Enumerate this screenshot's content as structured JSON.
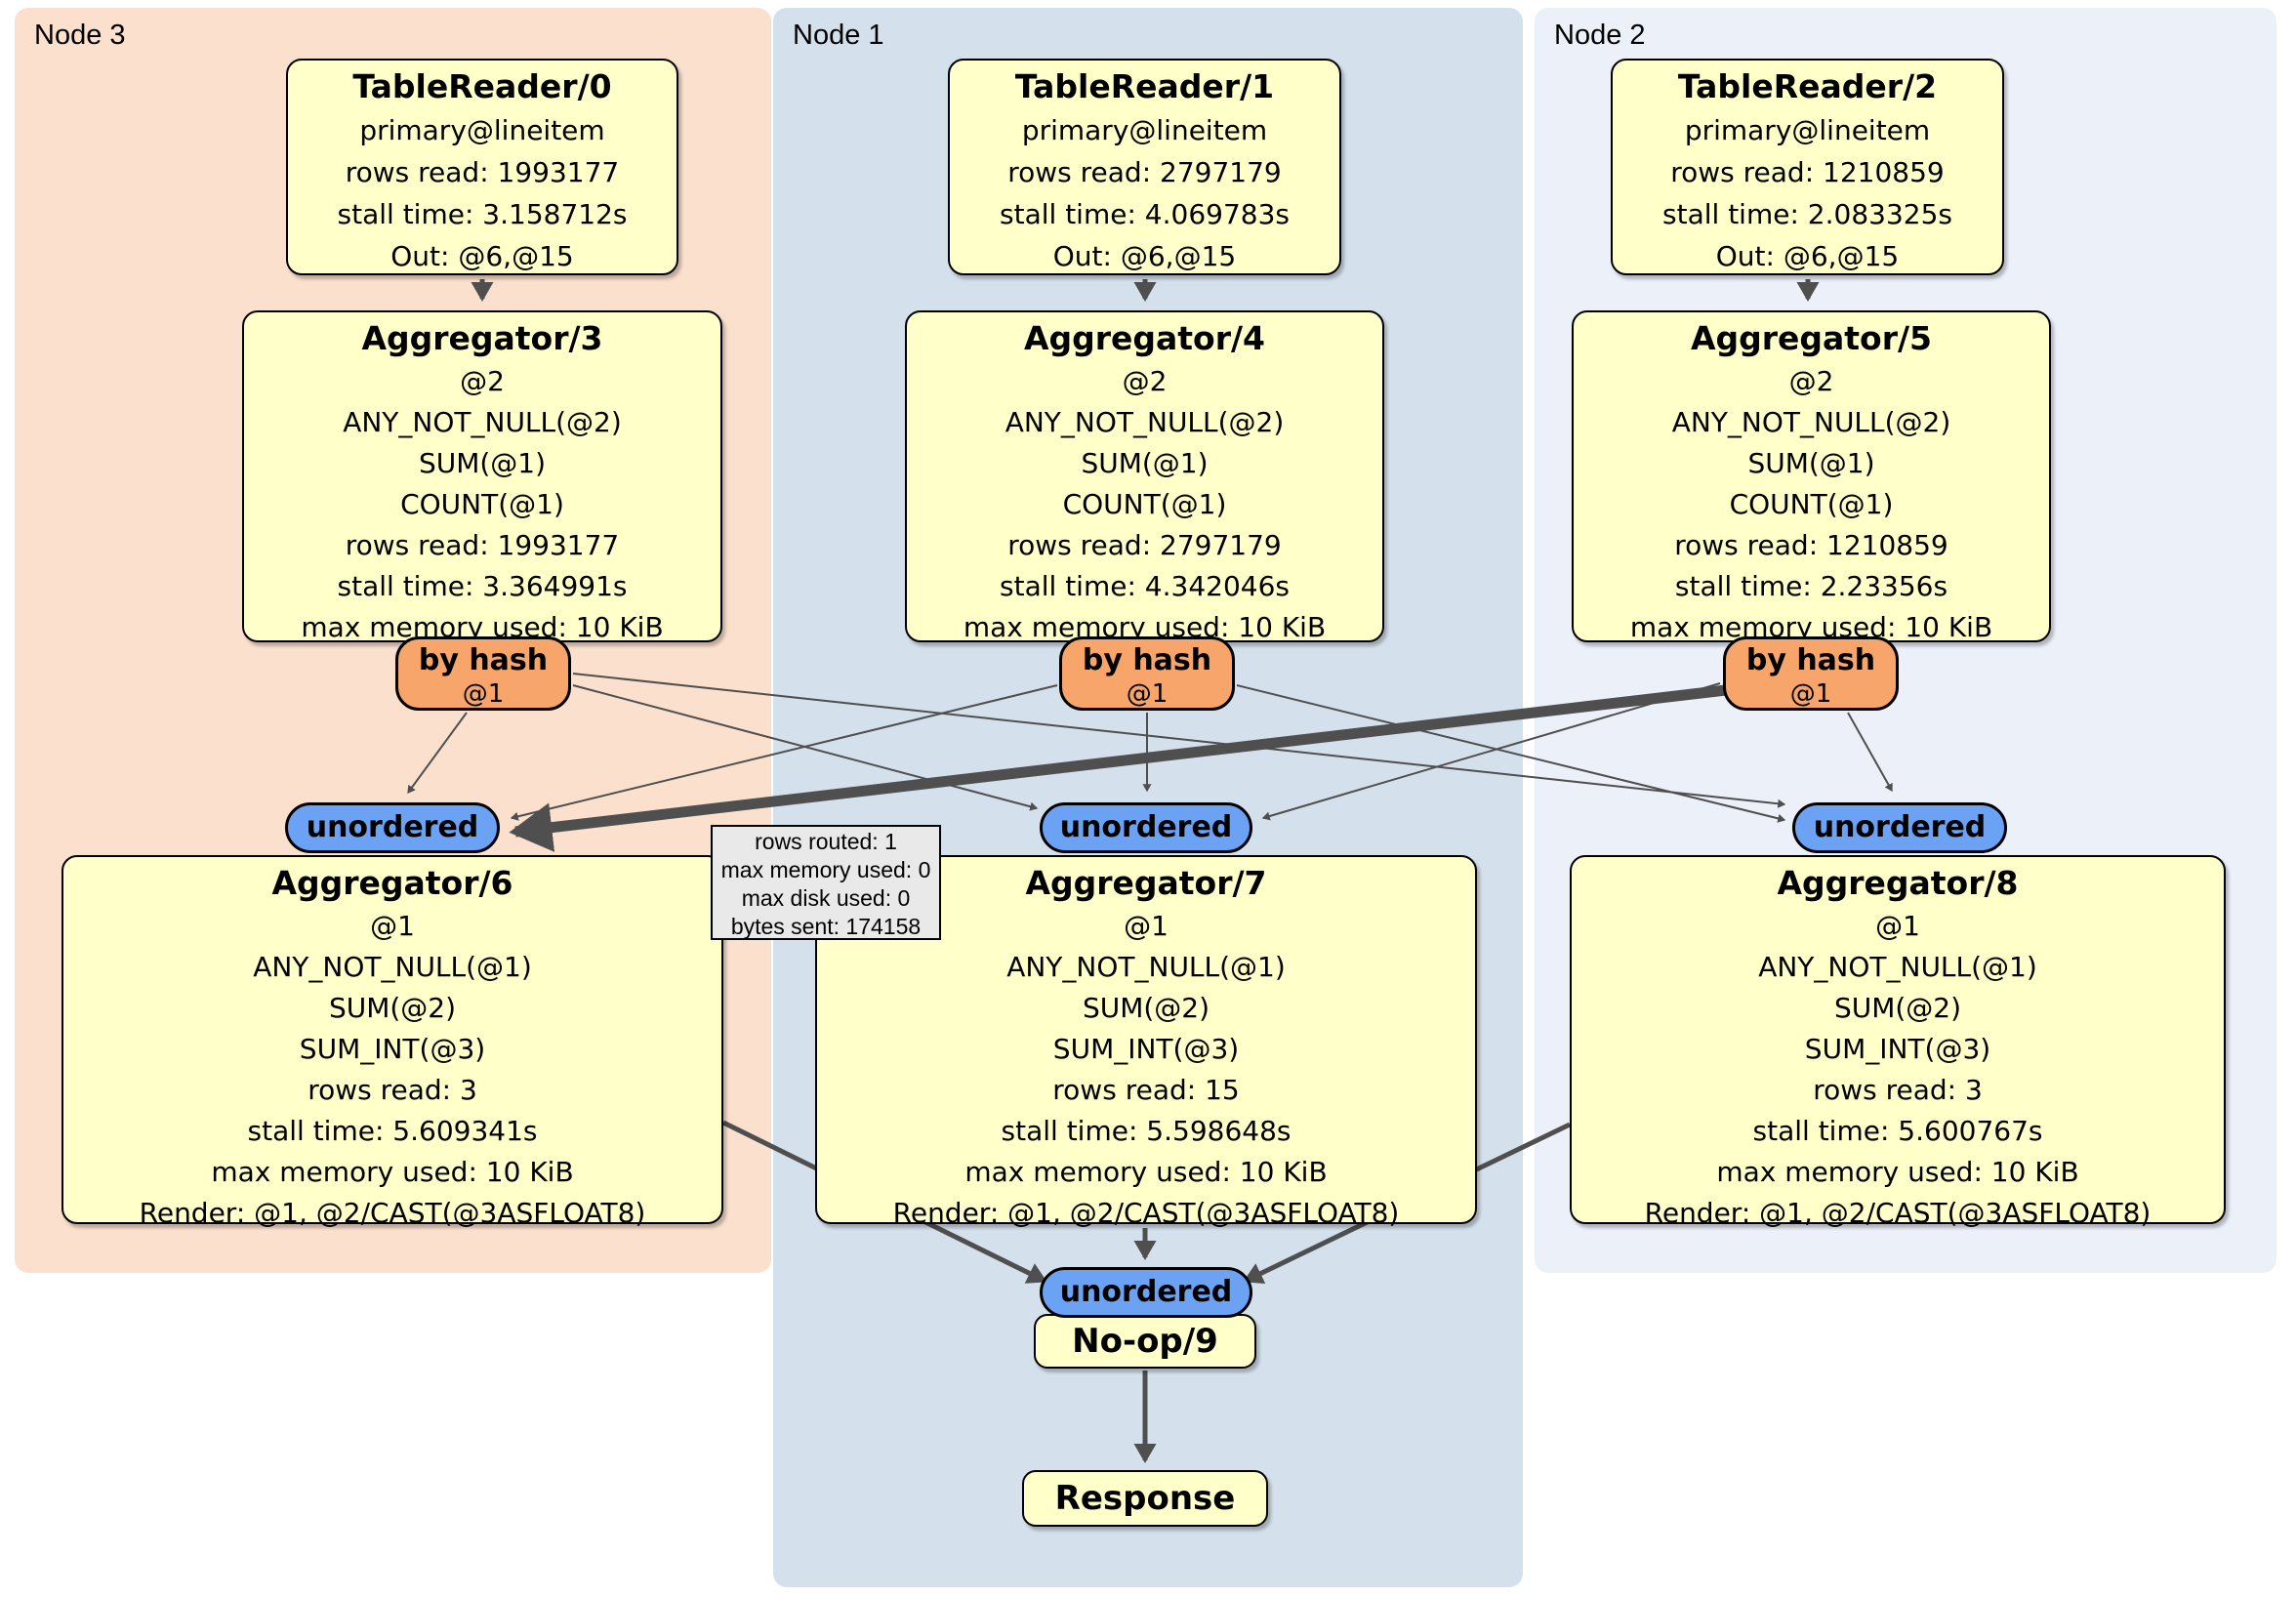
{
  "regions": {
    "node3": {
      "label": "Node 3",
      "bg": "#FBE0CE"
    },
    "node1": {
      "label": "Node 1",
      "bg": "#D4E0EC"
    },
    "node2": {
      "label": "Node 2",
      "bg": "#ECF0F9"
    }
  },
  "colors": {
    "processor_box": "#FFFFC9",
    "router": "#F8A56B",
    "stream_pill": "#6CA2F3",
    "edge": "#4F4F4F",
    "tooltip_bg": "#E9E9E9"
  },
  "nodes": {
    "tr0": {
      "title": "TableReader/0",
      "lines": [
        "primary@lineitem",
        "rows read: 1993177",
        "stall time: 3.158712s",
        "Out: @6,@15"
      ]
    },
    "tr1": {
      "title": "TableReader/1",
      "lines": [
        "primary@lineitem",
        "rows read: 2797179",
        "stall time: 4.069783s",
        "Out: @6,@15"
      ]
    },
    "tr2": {
      "title": "TableReader/2",
      "lines": [
        "primary@lineitem",
        "rows read: 1210859",
        "stall time: 2.083325s",
        "Out: @6,@15"
      ]
    },
    "agg3": {
      "title": "Aggregator/3",
      "lines": [
        "@2",
        "ANY_NOT_NULL(@2)",
        "SUM(@1)",
        "COUNT(@1)",
        "rows read: 1993177",
        "stall time: 3.364991s",
        "max memory used: 10 KiB"
      ]
    },
    "agg4": {
      "title": "Aggregator/4",
      "lines": [
        "@2",
        "ANY_NOT_NULL(@2)",
        "SUM(@1)",
        "COUNT(@1)",
        "rows read: 2797179",
        "stall time: 4.342046s",
        "max memory used: 10 KiB"
      ]
    },
    "agg5": {
      "title": "Aggregator/5",
      "lines": [
        "@2",
        "ANY_NOT_NULL(@2)",
        "SUM(@1)",
        "COUNT(@1)",
        "rows read: 1210859",
        "stall time: 2.23356s",
        "max memory used: 10 KiB"
      ]
    },
    "agg6": {
      "title": "Aggregator/6",
      "lines": [
        "@1",
        "ANY_NOT_NULL(@1)",
        "SUM(@2)",
        "SUM_INT(@3)",
        "rows read: 3",
        "stall time: 5.609341s",
        "max memory used: 10 KiB",
        "Render: @1, @2/CAST(@3ASFLOAT8)"
      ]
    },
    "agg7": {
      "title": "Aggregator/7",
      "lines": [
        "@1",
        "ANY_NOT_NULL(@1)",
        "SUM(@2)",
        "SUM_INT(@3)",
        "rows read: 15",
        "stall time: 5.598648s",
        "max memory used: 10 KiB",
        "Render: @1, @2/CAST(@3ASFLOAT8)"
      ]
    },
    "agg8": {
      "title": "Aggregator/8",
      "lines": [
        "@1",
        "ANY_NOT_NULL(@1)",
        "SUM(@2)",
        "SUM_INT(@3)",
        "rows read: 3",
        "stall time: 5.600767s",
        "max memory used: 10 KiB",
        "Render: @1, @2/CAST(@3ASFLOAT8)"
      ]
    },
    "router3": {
      "title": "by hash",
      "sub": "@1"
    },
    "router1": {
      "title": "by hash",
      "sub": "@1"
    },
    "router2": {
      "title": "by hash",
      "sub": "@1"
    },
    "sync3": {
      "label": "unordered"
    },
    "sync1": {
      "label": "unordered"
    },
    "sync2": {
      "label": "unordered"
    },
    "syncFinal": {
      "label": "unordered"
    },
    "noop": {
      "title": "No-op/9"
    },
    "response": {
      "title": "Response"
    }
  },
  "tooltip": {
    "lines": [
      "rows routed: 1",
      "max memory used: 0",
      "max disk used: 0",
      "bytes sent: 174158"
    ]
  }
}
